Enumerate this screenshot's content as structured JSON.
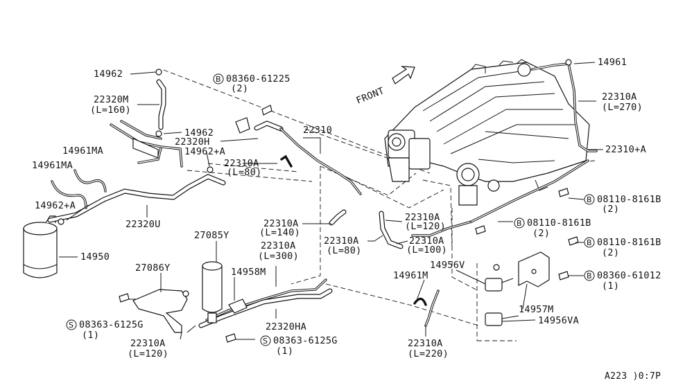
{
  "diagram": {
    "front_label": "FRONT",
    "ref_code": "A223 )0:7P",
    "bolt_labels": [
      {
        "id": "b1",
        "sym": "B",
        "text": "08360-61225",
        "qty": "(2)"
      },
      {
        "id": "b2",
        "sym": "B",
        "text": "08110-8161B",
        "qty": "(2)"
      },
      {
        "id": "b3",
        "sym": "B",
        "text": "08110-8161B",
        "qty": "(2)"
      },
      {
        "id": "b4",
        "sym": "B",
        "text": "08110-8161B",
        "qty": "(2)"
      },
      {
        "id": "b5",
        "sym": "B",
        "text": "08360-61012",
        "qty": "(1)"
      },
      {
        "id": "s1",
        "sym": "S",
        "text": "08363-6125G",
        "qty": "(1)"
      },
      {
        "id": "s2",
        "sym": "S",
        "text": "08363-6125G",
        "qty": "(1)"
      }
    ],
    "part_labels": [
      {
        "id": "p14962a",
        "text": "14962"
      },
      {
        "id": "p22320m",
        "text": "22320M"
      },
      {
        "id": "p22320m_l",
        "text": "(L=160)"
      },
      {
        "id": "p14962b",
        "text": "14962"
      },
      {
        "id": "p22320h",
        "text": "22320H"
      },
      {
        "id": "p14961ma1",
        "text": "14961MA"
      },
      {
        "id": "p14961ma2",
        "text": "14961MA"
      },
      {
        "id": "p14962pa1",
        "text": "14962+A"
      },
      {
        "id": "p14962pa2",
        "text": "14962+A"
      },
      {
        "id": "p22310a80",
        "text": "22310A"
      },
      {
        "id": "p22310a80_l",
        "text": "(L=80)"
      },
      {
        "id": "p22310",
        "text": "22310"
      },
      {
        "id": "p22320u",
        "text": "22320U"
      },
      {
        "id": "p14950",
        "text": "14950"
      },
      {
        "id": "p27085y",
        "text": "27085Y"
      },
      {
        "id": "p27086y",
        "text": "27086Y"
      },
      {
        "id": "p14958m",
        "text": "14958M"
      },
      {
        "id": "p22310a300",
        "text": "22310A"
      },
      {
        "id": "p22310a300_l",
        "text": "(L=300)"
      },
      {
        "id": "p22310a140",
        "text": "22310A"
      },
      {
        "id": "p22310a140_l",
        "text": "(L=140)"
      },
      {
        "id": "p22310a80b",
        "text": "22310A"
      },
      {
        "id": "p22310a80b_l",
        "text": "(L=80)"
      },
      {
        "id": "p22310a120b",
        "text": "22310A"
      },
      {
        "id": "p22310a120b_l",
        "text": "(L=120)"
      },
      {
        "id": "p22310a100",
        "text": "22310A"
      },
      {
        "id": "p22310a100_l",
        "text": "(L=100)"
      },
      {
        "id": "p22320ha",
        "text": "22320HA"
      },
      {
        "id": "p22310a120",
        "text": "22310A"
      },
      {
        "id": "p22310a120_l",
        "text": "(L=120)"
      },
      {
        "id": "p14961m",
        "text": "14961M"
      },
      {
        "id": "p22310a220",
        "text": "22310A"
      },
      {
        "id": "p22310a220_l",
        "text": "(L=220)"
      },
      {
        "id": "p14956v",
        "text": "14956V"
      },
      {
        "id": "p14957m",
        "text": "14957M"
      },
      {
        "id": "p14956va",
        "text": "14956VA"
      },
      {
        "id": "p14961",
        "text": "14961"
      },
      {
        "id": "p22310a270",
        "text": "22310A"
      },
      {
        "id": "p22310a270_l",
        "text": "(L=270)"
      },
      {
        "id": "p22310pa",
        "text": "22310+A"
      }
    ]
  }
}
